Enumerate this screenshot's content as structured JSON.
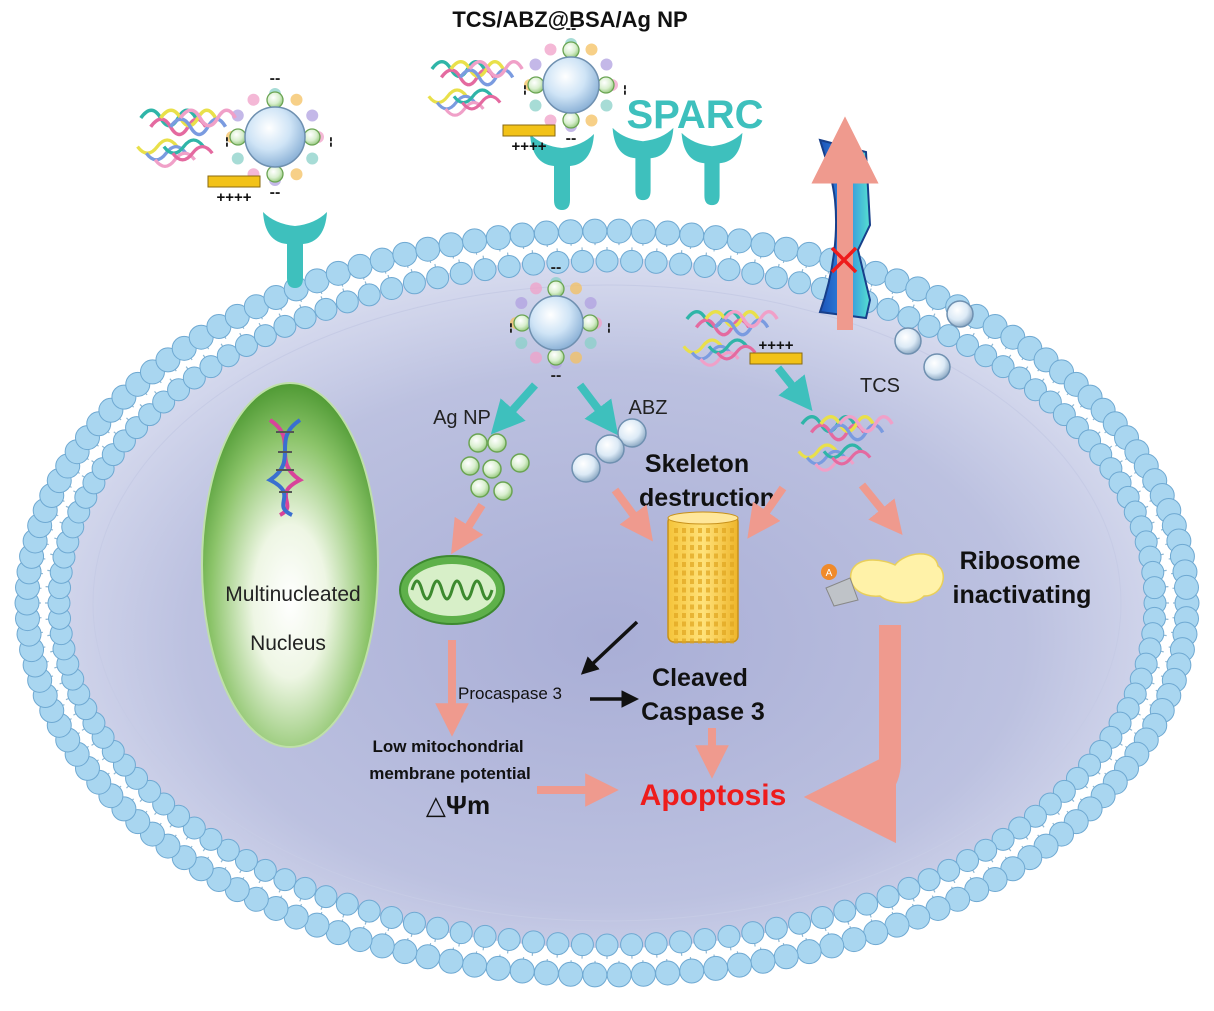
{
  "title": "TCS/ABZ@BSA/Ag NP",
  "labels": {
    "sparc": "SPARC",
    "ag_np": "Ag NP",
    "abz": "ABZ",
    "tcs": "TCS",
    "skeleton_line1": "Skeleton",
    "skeleton_line2": "destruction",
    "ribosome_line1": "Ribosome",
    "ribosome_line2": "inactivating",
    "nucleus_line1": "Multinucleated",
    "nucleus_line2": "Nucleus",
    "procaspase": "Procaspase 3",
    "cleaved_line1": "Cleaved",
    "cleaved_line2": "Caspase 3",
    "mito_line1": "Low mitochondrial",
    "mito_line2": "membrane potential",
    "delta_psi": "△Ψm",
    "apoptosis": "Apoptosis",
    "charge_plus": "++++",
    "charge_minus": "--",
    "ribosome_badge": "A"
  },
  "colors": {
    "membrane_head": "#a9d6f0",
    "membrane_tail": "#8fb8d4",
    "cytoplasm": "#b3b9dc",
    "teal": "#3ec0bd",
    "salmon": "#ef9a8e",
    "apoptosis_red": "#ee1c1c",
    "linker": "#f2c218",
    "nucleus_green": "#6bb04a"
  }
}
